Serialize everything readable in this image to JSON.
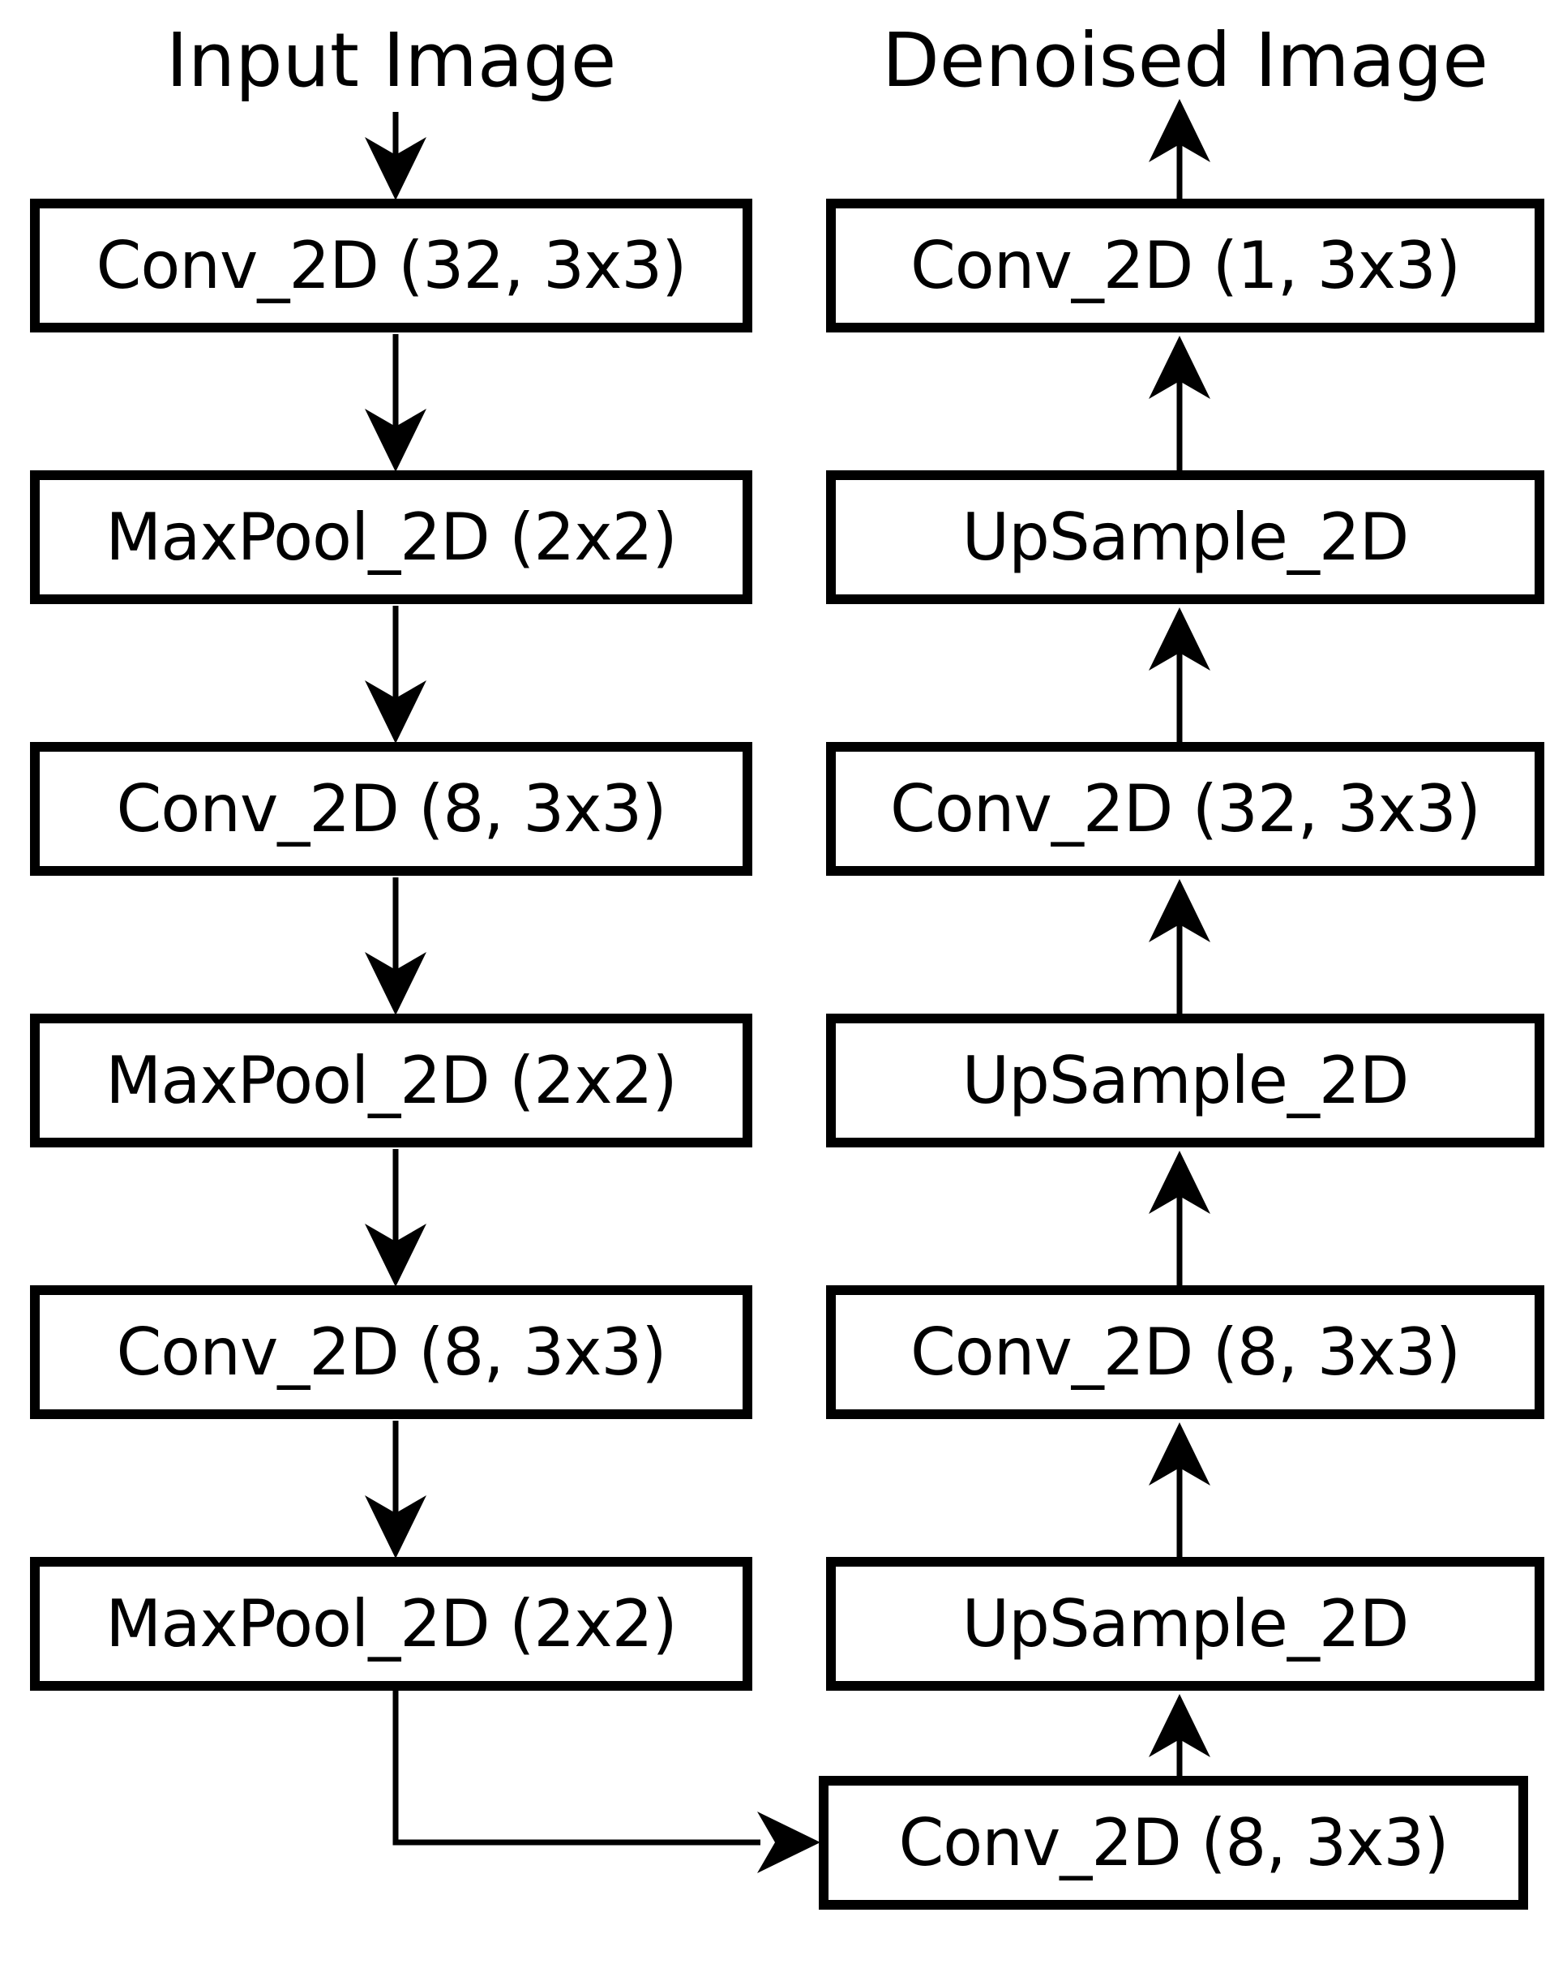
{
  "diagram": {
    "background_color": "#ffffff",
    "line_color": "#000000",
    "box_fill_color": "#ffffff",
    "encoder": {
      "title": "Input Image",
      "boxes": [
        "Conv_2D (32, 3x3)",
        "MaxPool_2D (2x2)",
        "Conv_2D (8, 3x3)",
        "MaxPool_2D (2x2)",
        "Conv_2D (8, 3x3)",
        "MaxPool_2D (2x2)"
      ]
    },
    "decoder": {
      "title": "Denoised Image",
      "boxes": [
        "Conv_2D (1, 3x3)",
        "UpSample_2D",
        "Conv_2D (32, 3x3)",
        "UpSample_2D",
        "Conv_2D (8, 3x3)",
        "UpSample_2D"
      ],
      "bottleneck": "Conv_2D (8, 3x3)"
    }
  }
}
